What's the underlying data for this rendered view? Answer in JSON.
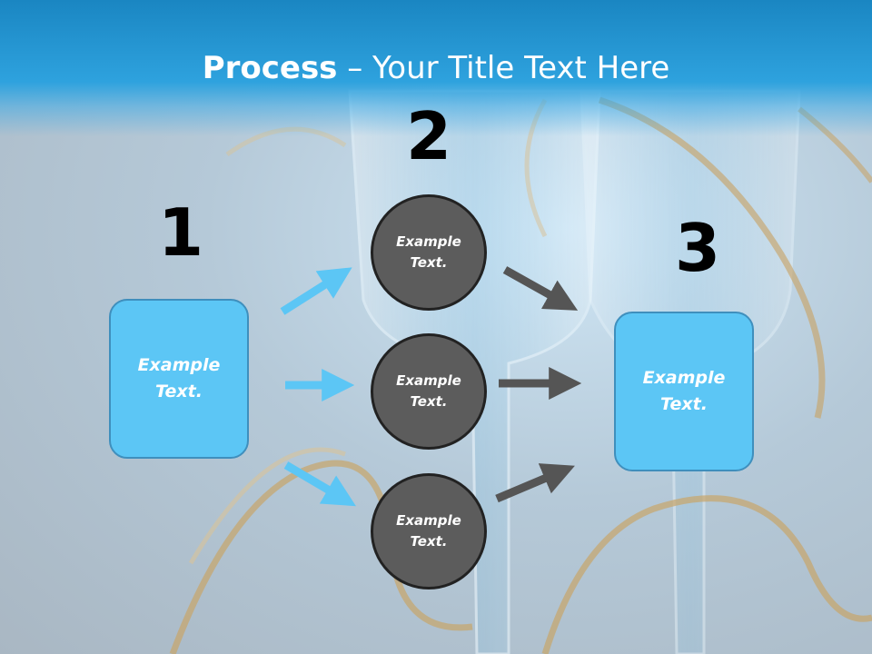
{
  "title": {
    "bold": "Process",
    "rest": " – Your Title Text Here"
  },
  "steps": [
    {
      "number": "1",
      "text1": "Example",
      "text2": "Text."
    },
    {
      "number": "2"
    },
    {
      "number": "3",
      "text1": "Example",
      "text2": "Text."
    }
  ],
  "circles": [
    {
      "text1": "Example",
      "text2": "Text."
    },
    {
      "text1": "Example",
      "text2": "Text."
    },
    {
      "text1": "Example",
      "text2": "Text."
    }
  ],
  "colors": {
    "box_fill": "#5cc6f5",
    "box_border": "#3f8fbd",
    "circle_fill": "#5c5c5c",
    "arrow_blue": "#5cc6f5",
    "arrow_gray": "#555555",
    "header": "#2ea2de"
  }
}
